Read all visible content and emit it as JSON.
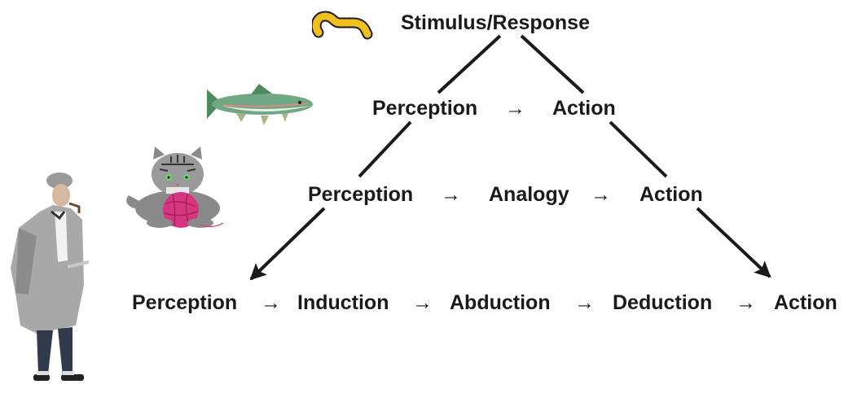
{
  "diagram": {
    "title": "Levels of cognition",
    "levels": [
      {
        "creature": "worm",
        "steps": [
          "Stimulus/Response"
        ]
      },
      {
        "creature": "fish",
        "steps": [
          "Perception",
          "Action"
        ]
      },
      {
        "creature": "cat",
        "steps": [
          "Perception",
          "Analogy",
          "Action"
        ]
      },
      {
        "creature": "detective",
        "steps": [
          "Perception",
          "Induction",
          "Abduction",
          "Deduction",
          "Action"
        ]
      }
    ],
    "arrow_glyph": "→",
    "icons": {
      "worm": "worm-icon",
      "fish": "fish-icon",
      "cat": "cat-with-yarn-icon",
      "detective": "detective-figure-icon"
    },
    "colors": {
      "text": "#1a1a1a",
      "worm_body": "#f0c020",
      "fish_green": "#5f9a6e",
      "cat_gray": "#8a8a8a",
      "yarn_pink": "#d6357f",
      "coat_gray": "#a8a8a8",
      "trousers": "#2f3b4a"
    }
  }
}
